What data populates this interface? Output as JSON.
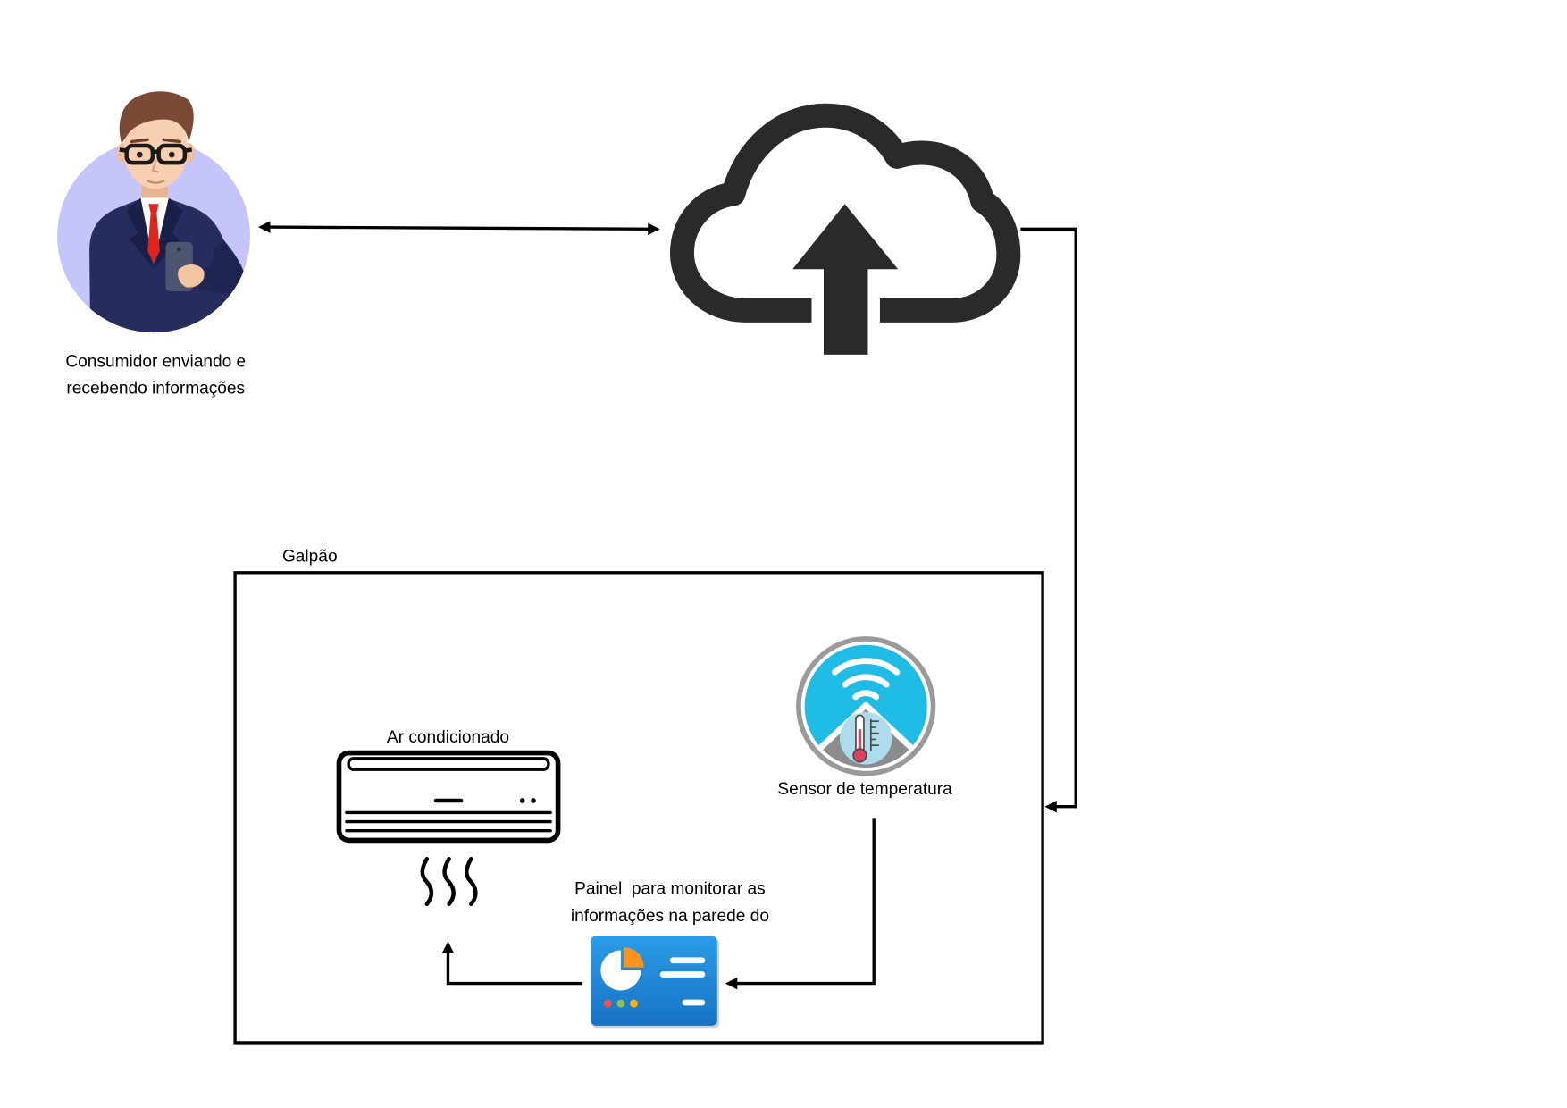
{
  "consumer": {
    "icon": "businessman-with-smartphone-icon",
    "label_line1": "Consumidor enviando e",
    "label_line2": "recebendo informações"
  },
  "cloud": {
    "icon": "cloud-upload-icon"
  },
  "warehouse": {
    "label": "Galpão"
  },
  "air_conditioner": {
    "icon": "air-conditioner-icon",
    "label": "Ar condicionado"
  },
  "sensor": {
    "icon": "temperature-sensor-icon",
    "label": "Sensor de temperatura"
  },
  "panel": {
    "icon": "dashboard-panel-icon",
    "label_line1": "Painel  para monitorar as",
    "label_line2": "informações na parede do"
  },
  "colors": {
    "avatar_background": "#c6c5fb",
    "suit": "#262c5e",
    "tie": "#e0241c",
    "hair": "#7b4a36",
    "skin": "#f6d0b1",
    "cloud_icon": "#2a2a2a",
    "sensor_ring": "#9a9a9a",
    "sensor_blue": "#1fbde5",
    "panel_blue_light": "#2b9de8",
    "panel_blue_dark": "#1872c4",
    "pie_accent": "#f7931e",
    "connector": "#000000"
  }
}
